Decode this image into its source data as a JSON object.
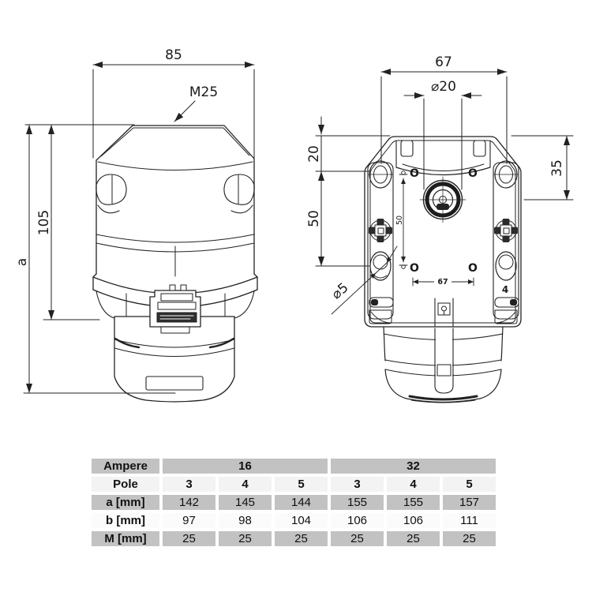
{
  "page": {
    "background": "#ffffff",
    "line_color": "#222222",
    "table_gray": "#c2c2c2"
  },
  "left_view": {
    "name": "side-view-with-cable-gland",
    "dim_width": "85",
    "gland_label": "M25",
    "dim_height_to_flange": "105",
    "dim_height_total": "a"
  },
  "right_view": {
    "name": "rear-view-mounting-side",
    "dim_width": "67",
    "dim_gland_diameter": "⌀20",
    "dim_top_to_hole": "20",
    "dim_hole_spacing": "50",
    "dim_top_to_center": "35",
    "dim_hole_diameter": "⌀5",
    "dim_inner_vertical": "50",
    "dim_inner_horizontal": "67",
    "contact_marks": [
      "O",
      "O",
      "O",
      "O"
    ],
    "pole_count_label": "4"
  },
  "table": {
    "rows": [
      {
        "label": "Ampere",
        "cells": [
          "16",
          "32"
        ]
      },
      {
        "label": "Pole",
        "cells": [
          "3",
          "4",
          "5",
          "3",
          "4",
          "5"
        ]
      },
      {
        "label": "a [mm]",
        "cells": [
          "142",
          "145",
          "144",
          "155",
          "155",
          "157"
        ]
      },
      {
        "label": "b [mm]",
        "cells": [
          "97",
          "98",
          "104",
          "106",
          "106",
          "111"
        ]
      },
      {
        "label": "M [mm]",
        "cells": [
          "25",
          "25",
          "25",
          "25",
          "25",
          "25"
        ]
      }
    ]
  }
}
